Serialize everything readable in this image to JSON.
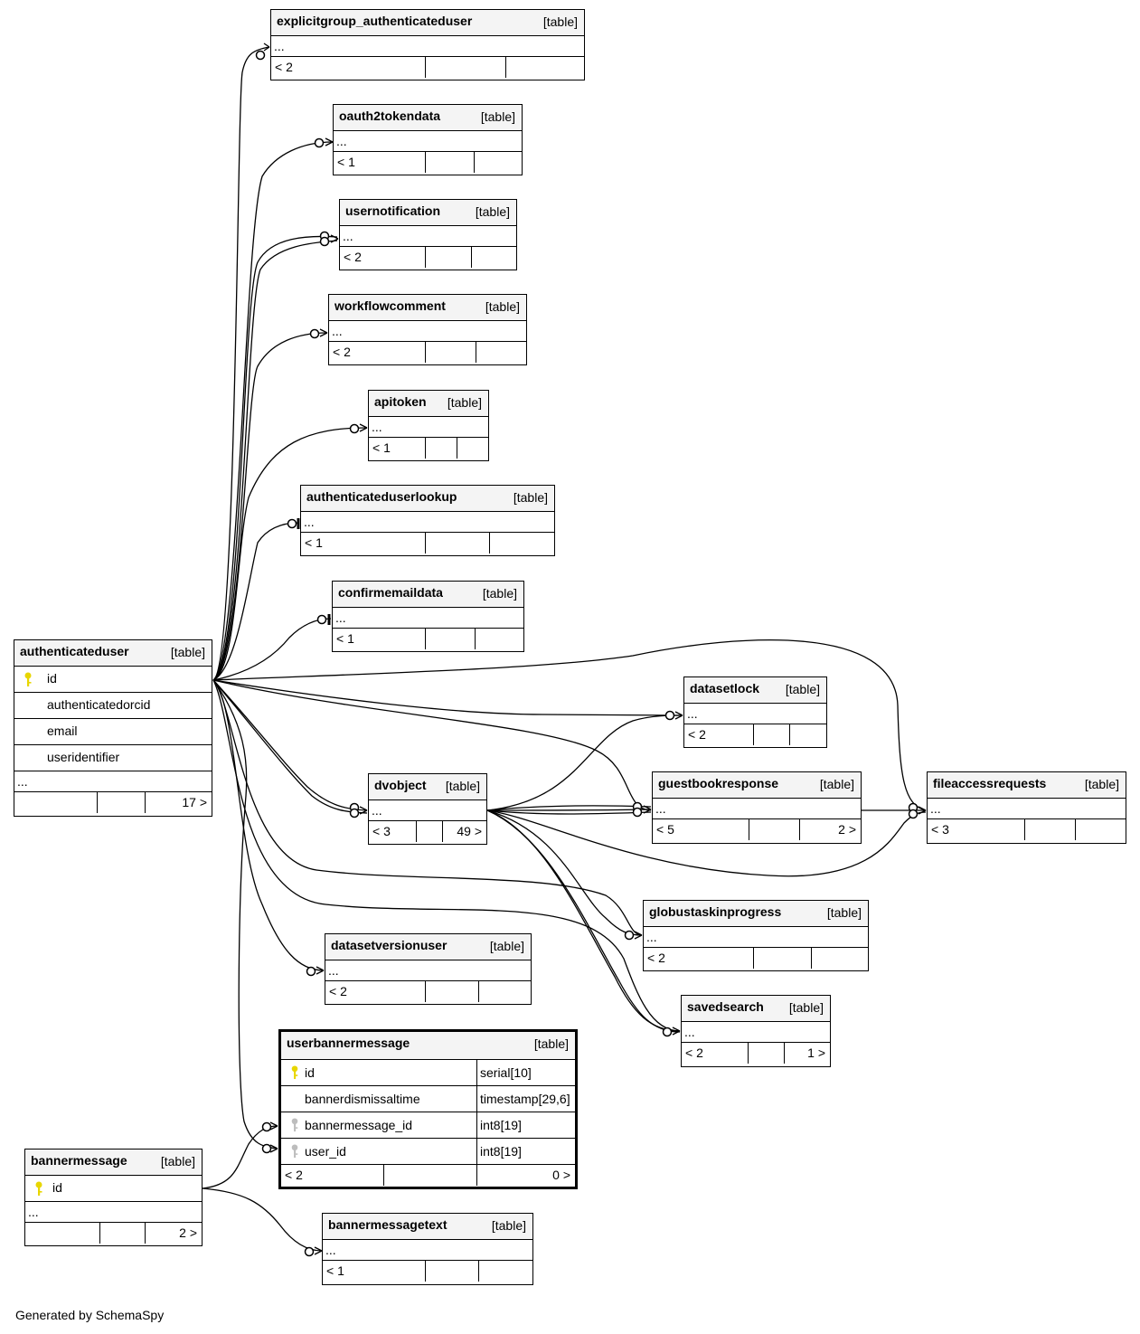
{
  "table_type_label": "[table]",
  "generated_by": "Generated by SchemaSpy",
  "ellipsis": "...",
  "tables": {
    "explicitgroup_authenticateduser": {
      "name": "explicitgroup_authenticateduser",
      "parents": "< 2",
      "children": ""
    },
    "oauth2tokendata": {
      "name": "oauth2tokendata",
      "parents": "< 1",
      "children": ""
    },
    "usernotification": {
      "name": "usernotification",
      "parents": "< 2",
      "children": ""
    },
    "workflowcomment": {
      "name": "workflowcomment",
      "parents": "< 2",
      "children": ""
    },
    "apitoken": {
      "name": "apitoken",
      "parents": "< 1",
      "children": ""
    },
    "authenticateduserlookup": {
      "name": "authenticateduserlookup",
      "parents": "< 1",
      "children": ""
    },
    "confirmemaildata": {
      "name": "confirmemaildata",
      "parents": "< 1",
      "children": ""
    },
    "authenticateduser": {
      "name": "authenticateduser",
      "parents": "",
      "children": "17 >",
      "columns": [
        "id",
        "authenticatedorcid",
        "email",
        "useridentifier"
      ]
    },
    "datasetlock": {
      "name": "datasetlock",
      "parents": "< 2",
      "children": ""
    },
    "dvobject": {
      "name": "dvobject",
      "parents": "< 3",
      "children": "49 >"
    },
    "guestbookresponse": {
      "name": "guestbookresponse",
      "parents": "< 5",
      "children": "2 >"
    },
    "fileaccessrequests": {
      "name": "fileaccessrequests",
      "parents": "< 3",
      "children": ""
    },
    "globustaskinprogress": {
      "name": "globustaskinprogress",
      "parents": "< 2",
      "children": ""
    },
    "datasetversionuser": {
      "name": "datasetversionuser",
      "parents": "< 2",
      "children": ""
    },
    "savedsearch": {
      "name": "savedsearch",
      "parents": "< 2",
      "children": "1 >"
    },
    "userbannermessage": {
      "name": "userbannermessage",
      "parents": "< 2",
      "children": "0 >",
      "columns": [
        {
          "name": "id",
          "type": "serial[10]",
          "key": "primary"
        },
        {
          "name": "bannerdismissaltime",
          "type": "timestamp[29,6]",
          "key": "none"
        },
        {
          "name": "bannermessage_id",
          "type": "int8[19]",
          "key": "foreign"
        },
        {
          "name": "user_id",
          "type": "int8[19]",
          "key": "foreign"
        }
      ]
    },
    "bannermessage": {
      "name": "bannermessage",
      "parents": "",
      "children": "2 >",
      "columns": [
        "id"
      ]
    },
    "bannermessagetext": {
      "name": "bannermessagetext",
      "parents": "< 1",
      "children": ""
    }
  },
  "colors": {
    "primary_key": "#e8d600",
    "foreign_key": "#bdbdbd",
    "header_bg": "#f4f4f4",
    "line": "#000000"
  }
}
